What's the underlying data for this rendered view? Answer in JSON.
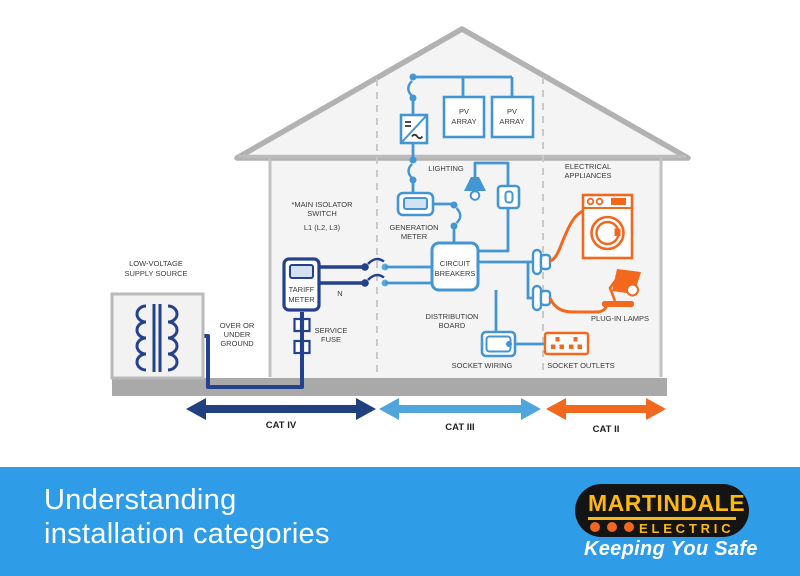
{
  "palette": {
    "navy": "#23418c",
    "blue": "#4496d2",
    "screen_fill": "#d3e1f3",
    "orange": "#f2691e",
    "structure_gray": "#b5b5b5",
    "ground_gray": "#a9a9a9",
    "house_fill": "#f4f4f4",
    "footer_bg": "#2f9ce8",
    "logo_yellow": "#fdb913",
    "logo_orange": "#f06722"
  },
  "diagram": {
    "supply_source": {
      "line1": "LOW-VOLTAGE",
      "line2": "SUPPLY SOURCE"
    },
    "underground": {
      "line1": "OVER OR",
      "line2": "UNDER",
      "line3": "GROUND"
    },
    "tariff_meter": {
      "line1": "TARIFF",
      "line2": "METER"
    },
    "service_fuse": {
      "line1": "SERVICE",
      "line2": "FUSE"
    },
    "main_isolator": {
      "line1": "*MAIN ISOLATOR",
      "line2": "SWITCH",
      "line3": "L1 (L2, L3)"
    },
    "neutral_label": "N",
    "generation_meter": {
      "line1": "GENERATION",
      "line2": "METER"
    },
    "pv_array_1": {
      "line1": "PV",
      "line2": "ARRAY"
    },
    "pv_array_2": {
      "line1": "PV",
      "line2": "ARRAY"
    },
    "lighting_label": "LIGHTING",
    "circuit_breakers": {
      "line1": "CIRCUIT",
      "line2": "BREAKERS"
    },
    "distribution_board": {
      "line1": "DISTRIBUTION",
      "line2": "BOARD"
    },
    "socket_wiring_label": "SOCKET WIRING",
    "socket_outlets_label": "SOCKET OUTLETS",
    "electrical_appliances": {
      "line1": "ELECTRICAL",
      "line2": "APPLIANCES"
    },
    "plug_in_lamps_label": "PLUG-IN LAMPS"
  },
  "categories": [
    {
      "label": "CAT IV",
      "color": "#20407f"
    },
    {
      "label": "CAT III",
      "color": "#4fa6dc"
    },
    {
      "label": "CAT II",
      "color": "#f2691e"
    }
  ],
  "footer": {
    "title_line1": "Understanding",
    "title_line2": "installation categories",
    "logo": {
      "brand": "MARTINDALE",
      "brand_sub": "ELECTRIC",
      "tagline": "Keeping You Safe"
    }
  }
}
